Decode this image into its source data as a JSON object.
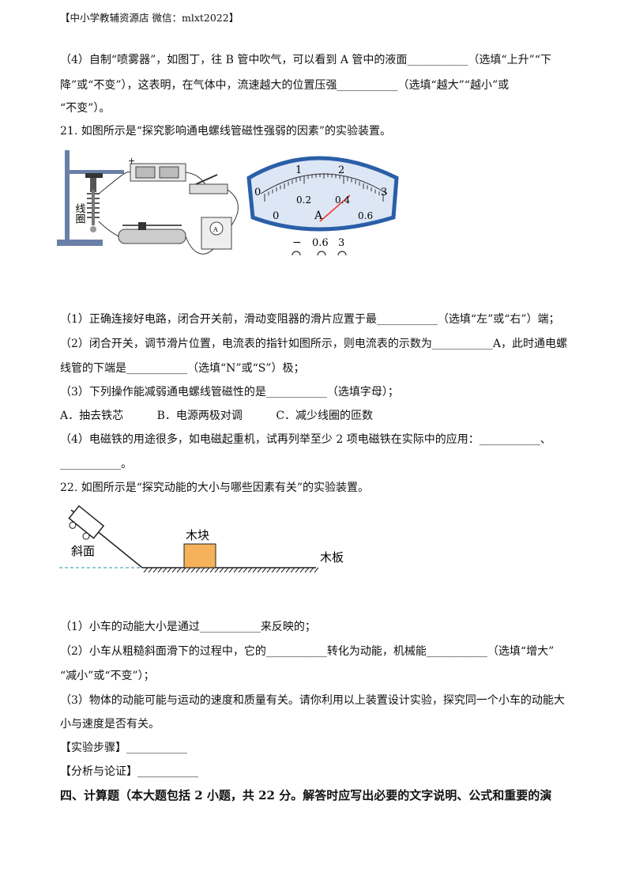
{
  "header": "【中小学教辅资源店 微信：mlxt2022】",
  "lines": {
    "q20_4a": "（4）自制“喷雾器”，如图丁，往 B 管中吹气，可以看到 A 管中的液面___________（选填“上升”“下",
    "q20_4b": "降”或“不变”），这表明，在气体中，流速越大的位置压强___________（选填“越大”“越小”或",
    "q20_4c": "“不变”）。",
    "q21_title": "21. 如图所示是“探究影响通电螺线管磁性强弱的因素”的实验装置。",
    "q21_1": "（1）正确连接好电路，闭合开关前，滑动变阻器的滑片应置于最___________（选填“左”或“右”）端；",
    "q21_2a": "（2）闭合开关，调节滑片位置，电流表的指针如图所示，则电流表的示数为___________A，此时通电螺",
    "q21_2b": "线管的下端是___________（选填“N”或“S”）极；",
    "q21_3": "（3）下列操作能减弱通电螺线管磁性的是___________（选填字母）；",
    "q21_4a": "（4）电磁铁的用途很多，如电磁起重机，试再列举至少 2 项电磁铁在实际中的应用：___________、",
    "q21_4b": "___________。",
    "q22_title": "22. 如图所示是“探究动能的大小与哪些因素有关”的实验装置。",
    "q22_1": "（1）小车的动能大小是通过___________来反映的；",
    "q22_2a": "（2）小车从粗糙斜面滑下的过程中，它的___________转化为动能，机械能___________（选填“增大”",
    "q22_2b": "“减小”或“不变”）；",
    "q22_3a": "（3）物体的动能可能与运动的速度和质量有关。请你利用以上装置设计实验，探究同一个小车的动能大",
    "q22_3b": "小与速度是否有关。",
    "q22_steps": "【实验步骤】___________",
    "q22_analysis": "【分析与论证】___________",
    "section4": "四、计算题（本大题包括 2 小题，共 22 分。解答时应写出必要的文字说明、公式和重要的演"
  },
  "q21_options": [
    "A．抽去铁芯",
    "B．电源两极对调",
    "C．减少线圈的匝数"
  ],
  "fig21": {
    "coil_label": "线圈",
    "plus": "+",
    "meter_label": "A",
    "top_scale": [
      "0",
      "1",
      "2",
      "3"
    ],
    "bottom_scale": [
      "0",
      "0.2",
      "0.4",
      "0.6"
    ],
    "unit": "A",
    "terminals": [
      "−",
      "0.6",
      "3"
    ]
  },
  "fig22": {
    "slope_label": "斜面",
    "block_label": "木块",
    "board_label": "木板",
    "block_color": "#f5b25a"
  }
}
